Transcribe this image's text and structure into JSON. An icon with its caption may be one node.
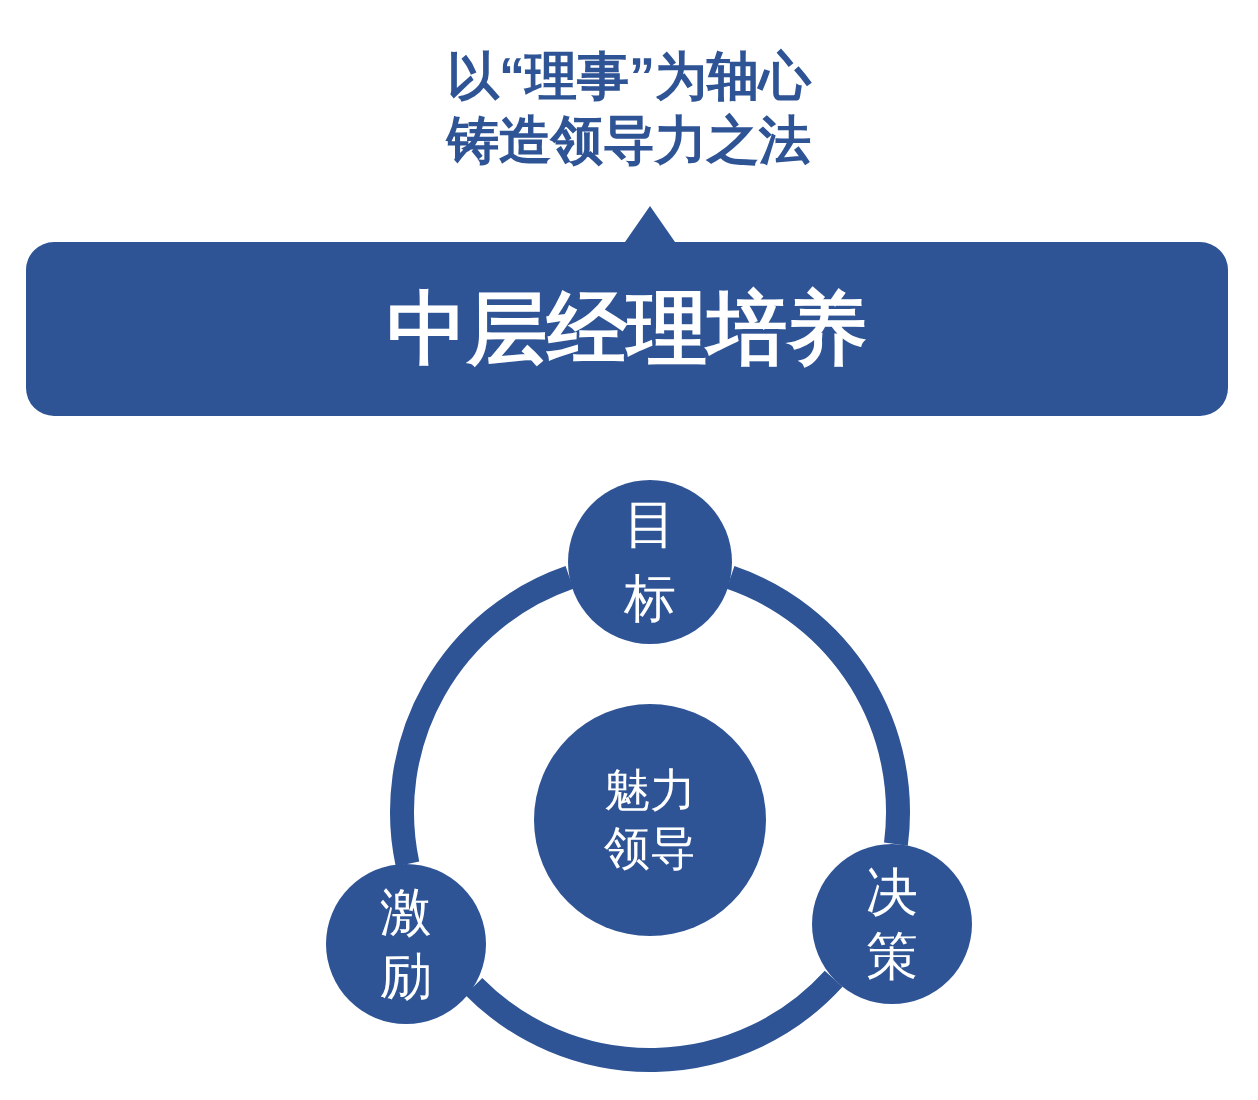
{
  "diagram": {
    "title": "以“理事”为轴心铸造领导力之法",
    "nodes": [
      {
        "text": [
          "中层经理培养"
        ]
      },
      {
        "text": [
          "目标"
        ]
      },
      {
        "text": [
          "魅力领导"
        ]
      },
      {
        "text": [
          "激励"
        ]
      },
      {
        "text": [
          "决策"
        ]
      }
    ],
    "edges": [
      {
        "from": 1,
        "to": 4,
        "arrow": "none"
      },
      {
        "from": 4,
        "to": 3,
        "arrow": "none"
      },
      {
        "from": 3,
        "to": 1,
        "arrow": "none"
      }
    ]
  }
}
